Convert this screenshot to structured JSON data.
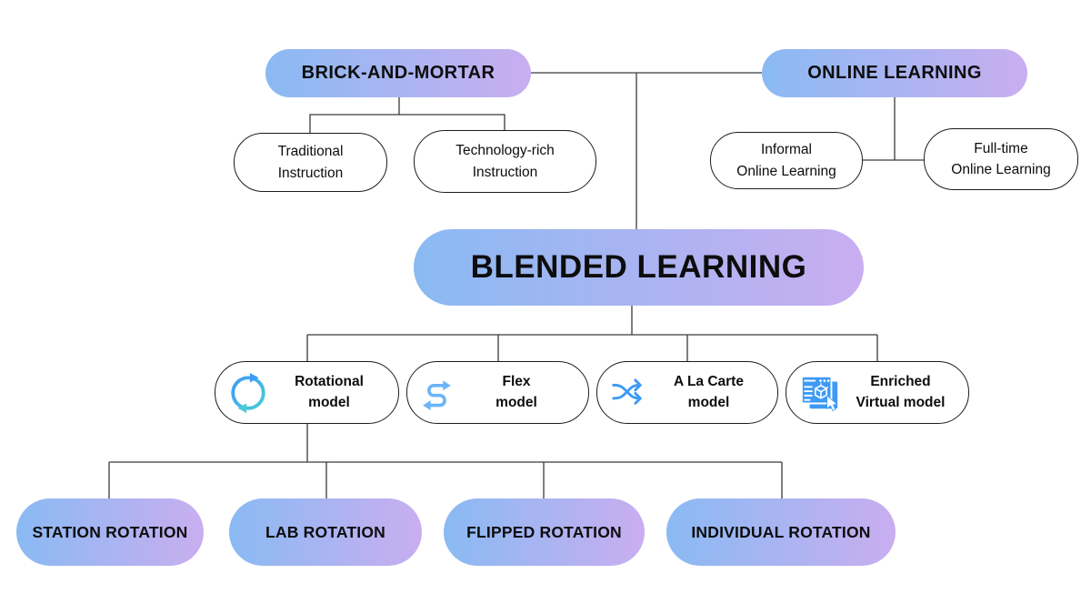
{
  "colors": {
    "gradient_start": "#8abaf3",
    "gradient_end": "#c9aef0",
    "line": "#3a3a3a",
    "box_border": "#1c1c1c",
    "icon_blue": "#3d9bf5",
    "icon_light_blue": "#6cb4f8",
    "icon_teal": "#49ccd6",
    "text": "#0d0d0d"
  },
  "nodes": {
    "brick_and_mortar": {
      "label": "BRICK-AND-MORTAR"
    },
    "online_learning": {
      "label": "ONLINE LEARNING"
    },
    "blended_learning": {
      "label": "BLENDED LEARNING"
    }
  },
  "brick_children": [
    {
      "label": "Traditional\nInstruction"
    },
    {
      "label": "Technology-rich\nInstruction"
    }
  ],
  "online_children": [
    {
      "label": "Informal\nOnline Learning"
    },
    {
      "label": "Full-time\nOnline Learning"
    }
  ],
  "models": [
    {
      "label": "Rotational\nmodel",
      "icon": "rotation-cycle-icon"
    },
    {
      "label": "Flex\nmodel",
      "icon": "flex-s-arrow-icon"
    },
    {
      "label": "A La Carte\nmodel",
      "icon": "shuffle-icon"
    },
    {
      "label": "Enriched\nVirtual model",
      "icon": "virtual-screen-cursor-icon"
    }
  ],
  "rotation_types": [
    {
      "label": "STATION ROTATION"
    },
    {
      "label": "LAB ROTATION"
    },
    {
      "label": "FLIPPED ROTATION"
    },
    {
      "label": "INDIVIDUAL ROTATION"
    }
  ]
}
